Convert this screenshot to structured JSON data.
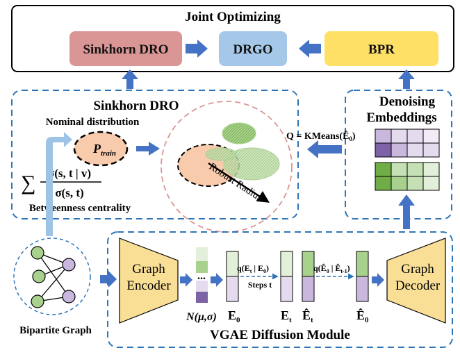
{
  "joint": {
    "title": "Joint Optimizing",
    "sinkhorn_box": "Sinkhorn DRO",
    "drgo_box": "DRGO",
    "bpr_box": "BPR"
  },
  "sinkhorn_panel": {
    "title": "Sinkhorn DRO",
    "nominal_label": "Nominal distribution",
    "p_symbol": "P",
    "p_subscript": "train",
    "robust_radius": "Robust Radius",
    "sum_symbol": "∑",
    "fraction_num": "σ(s, t | v)",
    "fraction_den": "σ(s, t)",
    "betweenness": "Betweenness centrality"
  },
  "denoising": {
    "title_line1": "Denoising",
    "title_line2": "Embeddings",
    "q_formula": "Q = KMeans(Ê",
    "q_sub": "0",
    "q_close": ")"
  },
  "bipartite": {
    "label": "Bipartite Graph"
  },
  "vgae": {
    "title": "VGAE Diffusion Module",
    "encoder": [
      "Graph",
      "Encoder"
    ],
    "decoder": [
      "Graph",
      "Decoder"
    ],
    "dots": "...",
    "normal": "N(μ,σ)",
    "e0": "E",
    "e0_sub": "0",
    "et": "E",
    "et_sub": "t",
    "et_hat": "Ê",
    "et_hat_sub": "t",
    "e0_hat": "Ê",
    "e0_hat_sub": "0",
    "q_forward": "q(E",
    "q_forward_a": "t",
    "q_forward_mid": " | E",
    "q_forward_b": "0",
    "q_forward_close": ")",
    "steps": "Steps t",
    "q_reverse": "q(Ê",
    "q_reverse_a": "0",
    "q_reverse_mid": " | Ê",
    "q_reverse_b": "t-1",
    "q_reverse_close": ")"
  },
  "colors": {
    "arrow_blue": "#4472C4",
    "sinkhorn_red": "#D99694",
    "drgo_blue": "#A6C8E8",
    "bpr_yellow": "#FFE066",
    "encoder_yellow": "#F9DE95",
    "peach": "#F8CBAD",
    "green_node": "#A9D18E",
    "purple_node": "#C9B7DD"
  }
}
